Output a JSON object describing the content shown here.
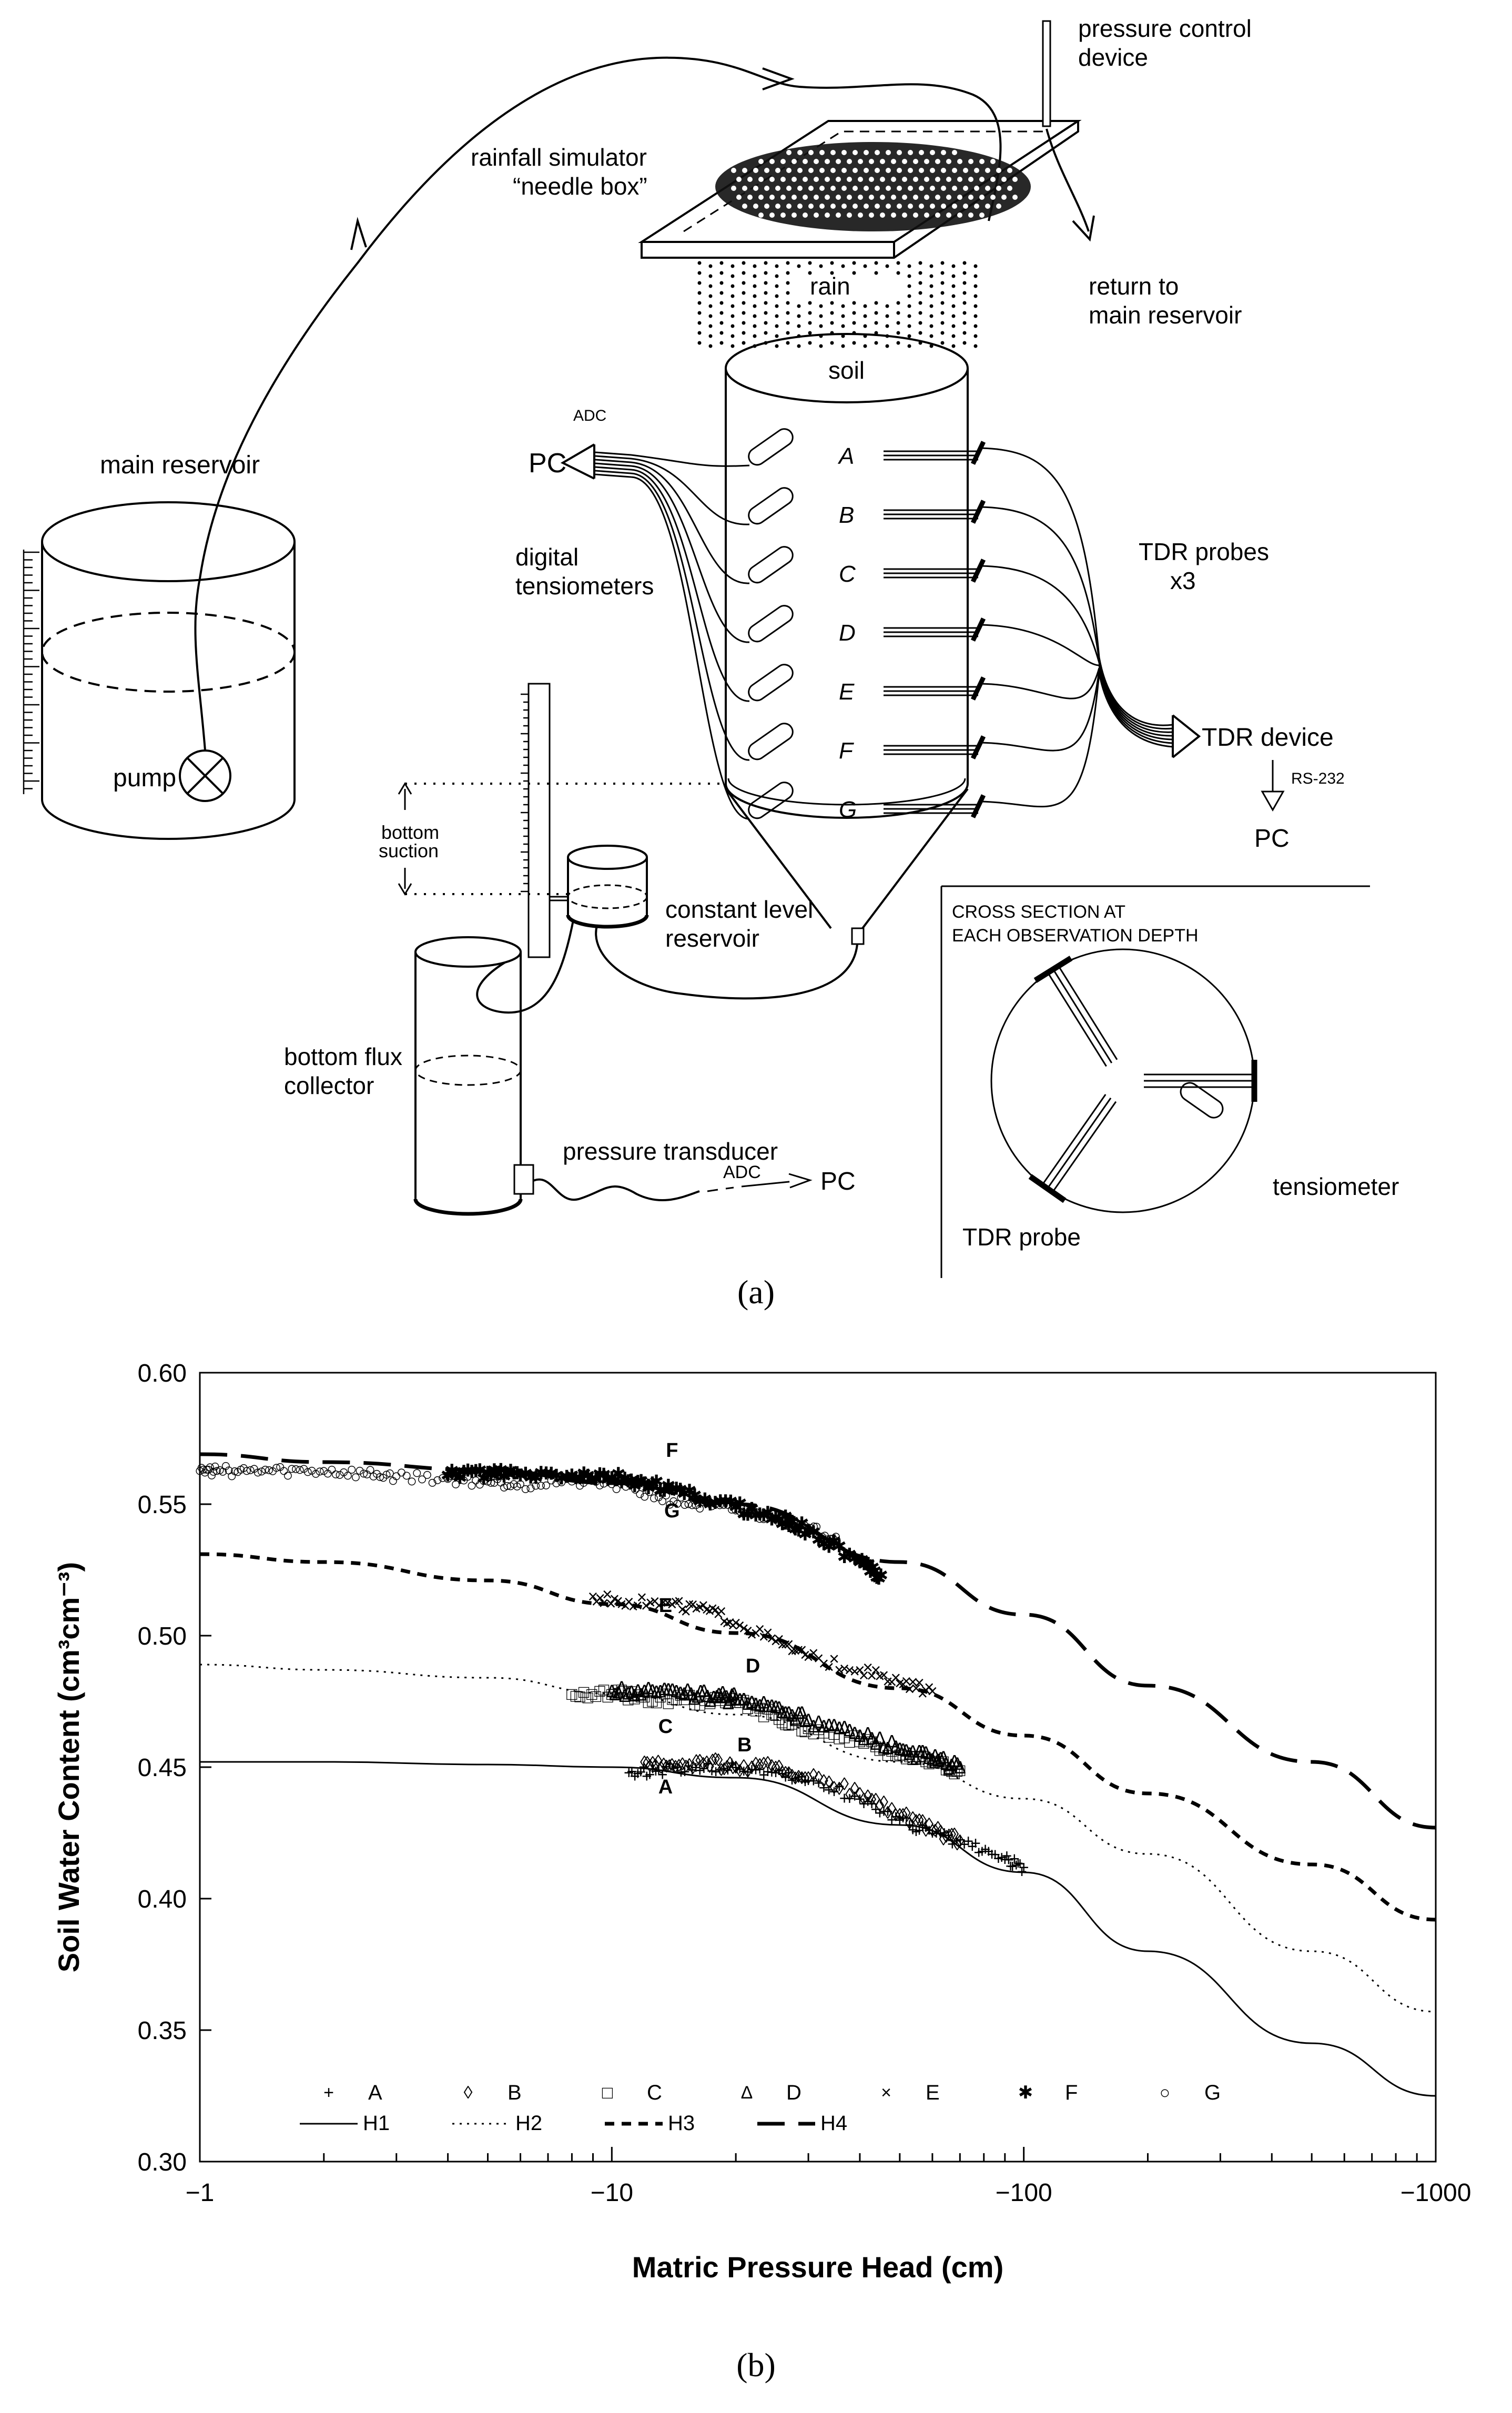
{
  "panel_a": {
    "caption": "(a)",
    "labels": {
      "pressure_control": [
        "pressure control",
        "device"
      ],
      "rainfall_simulator": [
        "rainfall simulator",
        "“needle box”"
      ],
      "return": [
        "return to",
        "main reservoir"
      ],
      "rain": "rain",
      "soil": "soil",
      "main_reservoir": "main reservoir",
      "pump": "pump",
      "adc_top": "ADC",
      "pc_left": "PC",
      "digital_tensiometers": [
        "digital",
        "tensiometers"
      ],
      "tdr_probes": [
        "TDR probes",
        "x3"
      ],
      "tdr_device": "TDR device",
      "rs232": "RS-232",
      "pc_tdr": "PC",
      "bottom_suction": [
        "bottom",
        "suction"
      ],
      "constant_level": [
        "constant level",
        "reservoir"
      ],
      "bottom_flux": [
        "bottom flux",
        "collector"
      ],
      "pressure_transducer": "pressure transducer",
      "adc_bottom": "ADC",
      "pc_bottom": "PC",
      "cross_section": [
        "CROSS SECTION AT",
        "EACH OBSERVATION DEPTH"
      ],
      "tensiometer": "tensiometer",
      "tdr_probe": "TDR probe",
      "depths": [
        "A",
        "B",
        "C",
        "D",
        "E",
        "F",
        "G"
      ]
    }
  },
  "panel_b": {
    "caption": "(b)"
  },
  "chart_data": {
    "type": "scatter",
    "xlabel": "Matric Pressure Head (cm)",
    "ylabel": "Soil Water Content (cm³cm⁻³)",
    "x_scale": "log (negative, decreasing)",
    "xlim": [
      -1,
      -1000
    ],
    "ylim": [
      0.3,
      0.6
    ],
    "x_ticks": [
      "−1",
      "−10",
      "−100",
      "−1000"
    ],
    "y_ticks": [
      "0.30",
      "0.35",
      "0.40",
      "0.45",
      "0.50",
      "0.55",
      "0.60"
    ],
    "grid": false,
    "legend_position": "bottom-left",
    "series": [
      {
        "name": "A",
        "marker": "+",
        "x": [
          -11,
          -13,
          -16,
          -20,
          -25,
          -30,
          -40,
          -50,
          -60,
          -75,
          -90,
          -100
        ],
        "y": [
          0.448,
          0.449,
          0.45,
          0.45,
          0.448,
          0.445,
          0.438,
          0.43,
          0.425,
          0.42,
          0.415,
          0.412
        ]
      },
      {
        "name": "B",
        "marker": "◊",
        "x": [
          -12,
          -14,
          -17,
          -20,
          -25,
          -30,
          -40,
          -50,
          -60,
          -70
        ],
        "y": [
          0.452,
          0.451,
          0.452,
          0.45,
          0.45,
          0.446,
          0.44,
          0.432,
          0.426,
          0.422
        ]
      },
      {
        "name": "C",
        "marker": "□",
        "x": [
          -8,
          -10,
          -12,
          -15,
          -20,
          -25,
          -30,
          -40,
          -50,
          -60,
          -70
        ],
        "y": [
          0.478,
          0.478,
          0.477,
          0.476,
          0.475,
          0.47,
          0.465,
          0.46,
          0.455,
          0.452,
          0.449
        ]
      },
      {
        "name": "D",
        "marker": "Δ",
        "x": [
          -10,
          -12,
          -15,
          -18,
          -20,
          -25,
          -30,
          -40,
          -50,
          -60,
          -70
        ],
        "y": [
          0.479,
          0.479,
          0.478,
          0.477,
          0.476,
          0.473,
          0.468,
          0.462,
          0.457,
          0.453,
          0.45
        ]
      },
      {
        "name": "E",
        "marker": "×",
        "x": [
          -9,
          -11,
          -14,
          -17,
          -20,
          -25,
          -30,
          -40,
          -50,
          -60
        ],
        "y": [
          0.515,
          0.513,
          0.512,
          0.51,
          0.505,
          0.498,
          0.492,
          0.487,
          0.482,
          0.479
        ]
      },
      {
        "name": "F",
        "marker": "✱",
        "x": [
          -4,
          -5,
          -6,
          -8,
          -10,
          -12,
          -15,
          -20,
          -25,
          -30,
          -40,
          -45
        ],
        "y": [
          0.561,
          0.562,
          0.561,
          0.561,
          0.56,
          0.558,
          0.554,
          0.549,
          0.545,
          0.54,
          0.528,
          0.523
        ]
      },
      {
        "name": "G",
        "marker": "○",
        "x": [
          -1,
          -1.1,
          -1.3,
          -1.6,
          -2,
          -2.5,
          -3,
          -4,
          -5,
          -6,
          -8,
          -10,
          -13,
          -16,
          -20,
          -25,
          -30,
          -35
        ],
        "y": [
          0.563,
          0.563,
          0.563,
          0.563,
          0.563,
          0.562,
          0.561,
          0.56,
          0.559,
          0.558,
          0.559,
          0.558,
          0.553,
          0.55,
          0.548,
          0.545,
          0.541,
          0.538
        ]
      },
      {
        "name": "H1",
        "line": "solid",
        "x": [
          -1,
          -2,
          -5,
          -10,
          -20,
          -50,
          -100,
          -200,
          -500,
          -1000
        ],
        "y": [
          0.452,
          0.452,
          0.451,
          0.45,
          0.446,
          0.428,
          0.41,
          0.38,
          0.345,
          0.325
        ]
      },
      {
        "name": "H2",
        "line": "dotted",
        "x": [
          -1,
          -2,
          -5,
          -10,
          -20,
          -50,
          -100,
          -200,
          -500,
          -1000
        ],
        "y": [
          0.489,
          0.487,
          0.484,
          0.478,
          0.47,
          0.452,
          0.438,
          0.417,
          0.38,
          0.357
        ]
      },
      {
        "name": "H3",
        "line": "dashed",
        "x": [
          -1,
          -2,
          -5,
          -10,
          -20,
          -50,
          -100,
          -200,
          -500,
          -1000
        ],
        "y": [
          0.531,
          0.528,
          0.521,
          0.512,
          0.501,
          0.48,
          0.462,
          0.44,
          0.413,
          0.392
        ]
      },
      {
        "name": "H4",
        "line": "long-dash",
        "x": [
          -1,
          -2,
          -5,
          -10,
          -20,
          -50,
          -100,
          -200,
          -500,
          -1000
        ],
        "y": [
          0.569,
          0.566,
          0.563,
          0.558,
          0.55,
          0.528,
          0.508,
          0.481,
          0.452,
          0.427
        ]
      }
    ],
    "annotations": [
      "F",
      "G",
      "E",
      "D",
      "C",
      "B",
      "A"
    ]
  }
}
